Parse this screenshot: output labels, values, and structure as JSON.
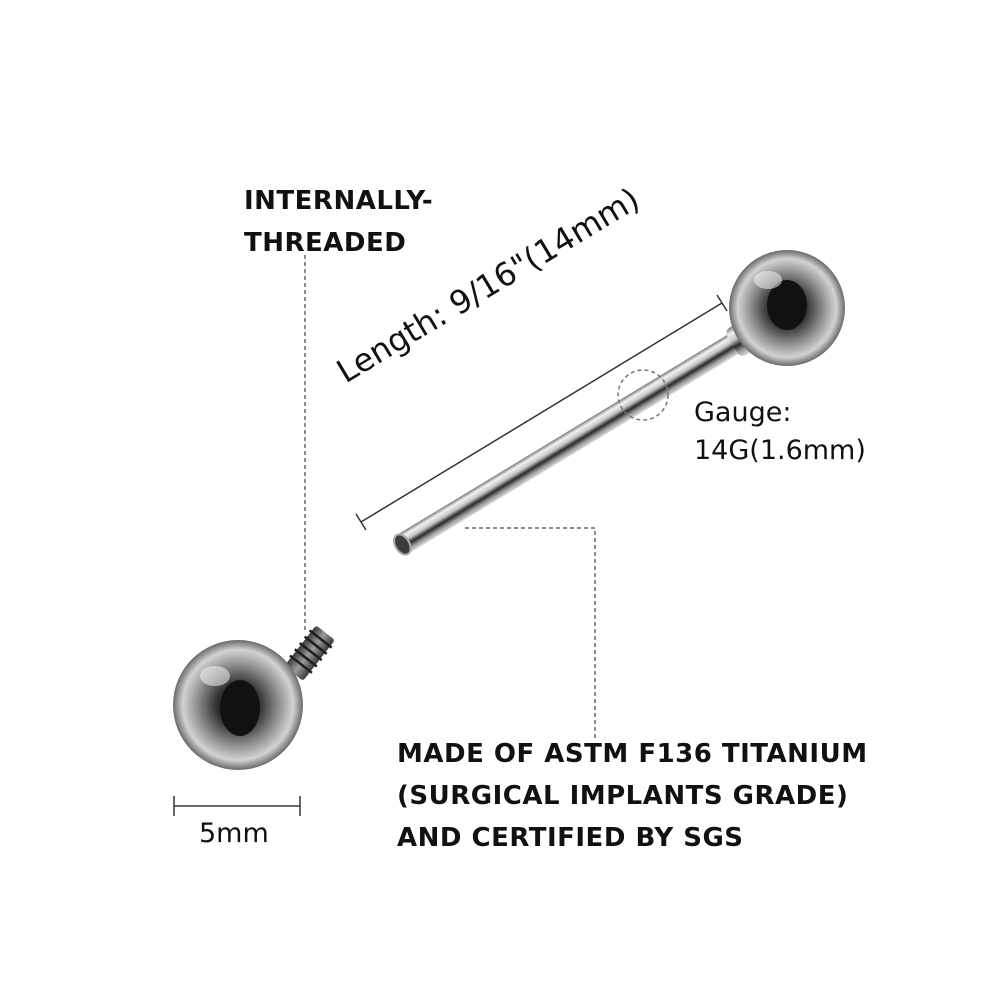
{
  "labels": {
    "internally_threaded": [
      "INTERNALLY-",
      "THREADED"
    ],
    "length": "Length: 9/16\"(14mm)",
    "gauge": [
      "Gauge:",
      "14G(1.6mm)"
    ],
    "ball_size": "5mm",
    "material": [
      "MADE OF ASTM F136 TITANIUM",
      "(SURGICAL IMPLANTS GRADE)",
      "AND CERTIFIED BY SGS"
    ]
  },
  "colors": {
    "text": "#111111",
    "background": "#ffffff",
    "metal_light": "#eeeeee",
    "metal_dark": "#2a2a2a"
  }
}
